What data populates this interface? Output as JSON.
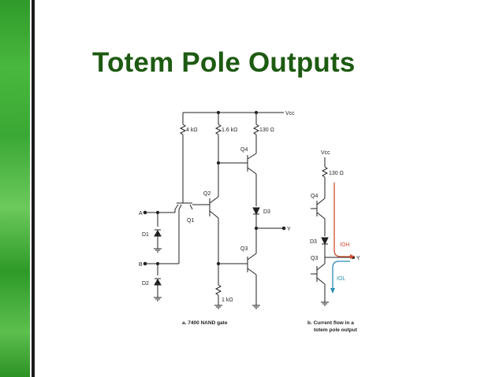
{
  "slide": {
    "title": "Totem Pole Outputs"
  },
  "theme": {
    "sidebar_color": "#3aa834",
    "title_color": "#1d5a12",
    "ioh_color": "#d34b2e",
    "iol_color": "#2a8fb0"
  },
  "diagram_a": {
    "vcc": "Vcc",
    "r1": "4 kΩ",
    "r2": "1.6 kΩ",
    "r3": "130 Ω",
    "r4": "1 kΩ",
    "q1": "Q1",
    "q2": "Q2",
    "q3": "Q3",
    "q4": "Q4",
    "d1": "D1",
    "d2": "D2",
    "d3": "D3",
    "input_a": "A",
    "input_b": "B",
    "output_y": "Y",
    "caption": "a. 7400 NAND gate"
  },
  "diagram_b": {
    "vcc": "Vcc",
    "r3": "130 Ω",
    "q4": "Q4",
    "q3": "Q3",
    "d3": "D3",
    "output_y": "Y",
    "ioh": "IOH",
    "iol": "IOL",
    "caption_line1": "b. Current flow in a",
    "caption_line2": "totem pole output"
  }
}
